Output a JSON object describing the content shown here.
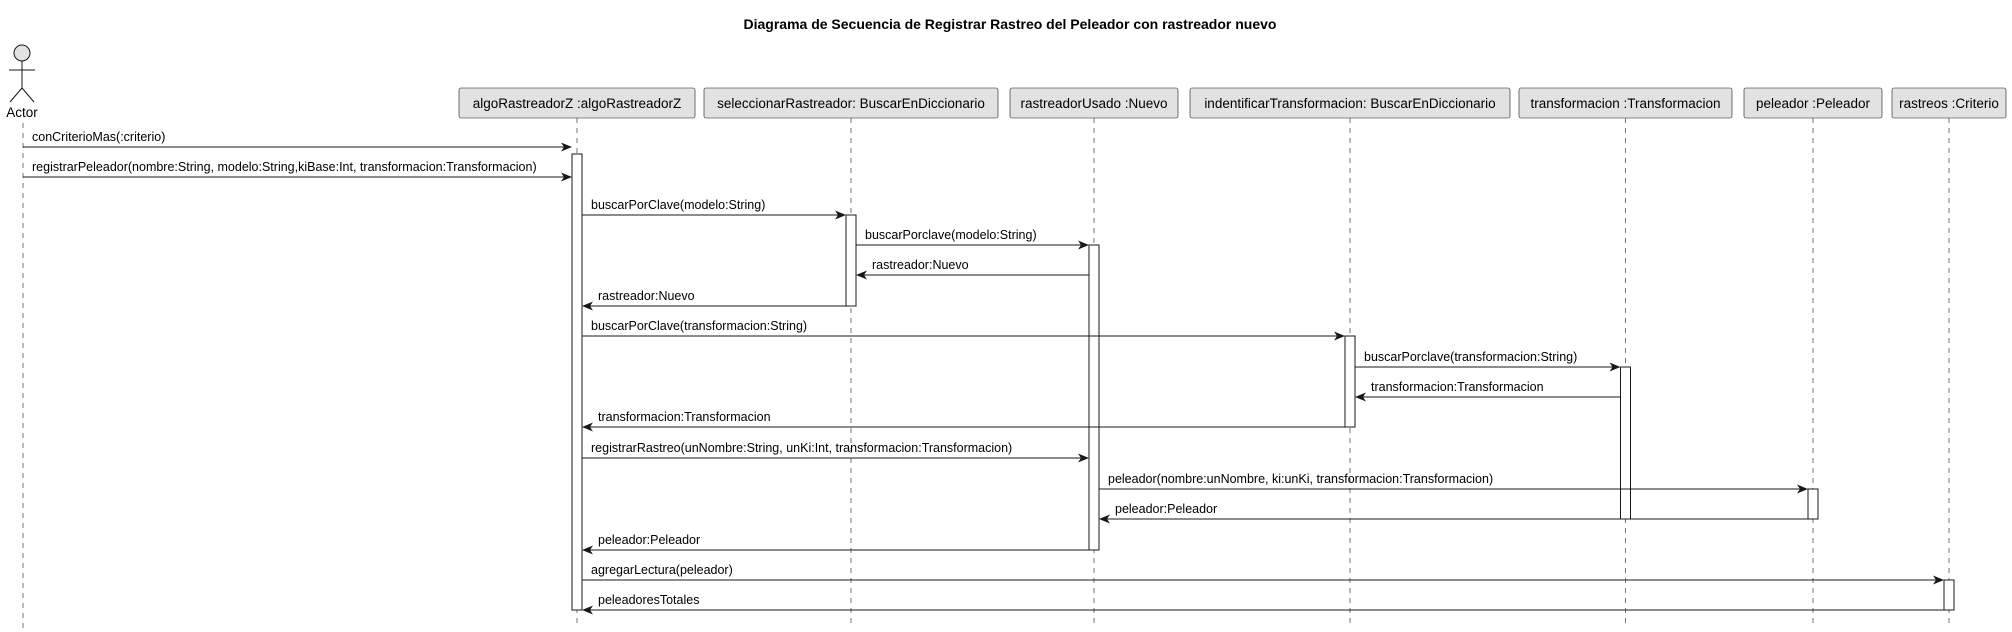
{
  "title": "Diagrama de Secuencia de Registrar Rastreo del Peleador con rastreador nuevo",
  "actor": {
    "name": "Actor",
    "icon": "stick-figure-icon"
  },
  "participants": [
    {
      "id": "p1",
      "label": "algoRastreadorZ :algoRastreadorZ"
    },
    {
      "id": "p2",
      "label": "seleccionarRastreador: BuscarEnDiccionario"
    },
    {
      "id": "p3",
      "label": "rastreadorUsado :Nuevo"
    },
    {
      "id": "p4",
      "label": "indentificarTransformacion: BuscarEnDiccionario"
    },
    {
      "id": "p5",
      "label": "transformacion :Transformacion"
    },
    {
      "id": "p6",
      "label": "peleador :Peleador"
    },
    {
      "id": "p7",
      "label": "rastreos :Criterio"
    }
  ],
  "messages": [
    {
      "from": "actor",
      "to": "p1",
      "label": "conCriterioMas(:criterio)",
      "type": "call"
    },
    {
      "from": "actor",
      "to": "p1",
      "label": "registrarPeleador(nombre:String, modelo:String,kiBase:Int, transformacion:Transformacion)",
      "type": "call"
    },
    {
      "from": "p1",
      "to": "p2",
      "label": "buscarPorClave(modelo:String)",
      "type": "call"
    },
    {
      "from": "p2",
      "to": "p3",
      "label": "buscarPorclave(modelo:String)",
      "type": "call"
    },
    {
      "from": "p3",
      "to": "p2",
      "label": "rastreador:Nuevo",
      "type": "return"
    },
    {
      "from": "p2",
      "to": "p1",
      "label": "rastreador:Nuevo",
      "type": "return"
    },
    {
      "from": "p1",
      "to": "p4",
      "label": "buscarPorClave(transformacion:String)",
      "type": "call"
    },
    {
      "from": "p4",
      "to": "p5",
      "label": "buscarPorclave(transformacion:String)",
      "type": "call"
    },
    {
      "from": "p5",
      "to": "p4",
      "label": "transformacion:Transformacion",
      "type": "return"
    },
    {
      "from": "p4",
      "to": "p1",
      "label": "transformacion:Transformacion",
      "type": "return"
    },
    {
      "from": "p1",
      "to": "p3",
      "label": "registrarRastreo(unNombre:String, unKi:Int, transformacion:Transformacion)",
      "type": "call"
    },
    {
      "from": "p3",
      "to": "p6",
      "label": "peleador(nombre:unNombre, ki:unKi, transformacion:Transformacion)",
      "type": "call"
    },
    {
      "from": "p6",
      "to": "p3",
      "label": "peleador:Peleador",
      "type": "return"
    },
    {
      "from": "p3",
      "to": "p1",
      "label": "peleador:Peleador",
      "type": "return"
    },
    {
      "from": "p1",
      "to": "p7",
      "label": "agregarLectura(peleador)",
      "type": "call"
    },
    {
      "from": "p7",
      "to": "p1",
      "label": "peleadoresTotales",
      "type": "return"
    }
  ]
}
